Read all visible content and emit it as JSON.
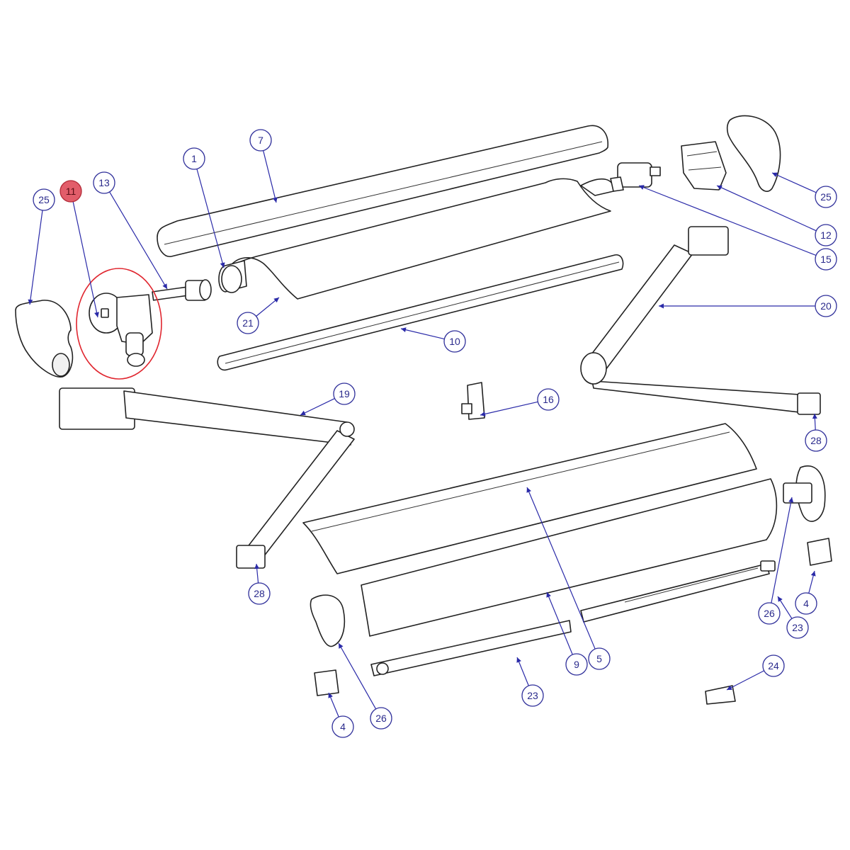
{
  "diagram": {
    "highlight_color": "#e25d6a",
    "ring_color": "#e0262f",
    "leader_color": "#2a2aa8",
    "callouts": [
      {
        "label": "1",
        "highlighted": false
      },
      {
        "label": "7",
        "highlighted": false
      },
      {
        "label": "13",
        "highlighted": false
      },
      {
        "label": "11",
        "highlighted": true
      },
      {
        "label": "25",
        "highlighted": false
      },
      {
        "label": "25",
        "highlighted": false
      },
      {
        "label": "12",
        "highlighted": false
      },
      {
        "label": "15",
        "highlighted": false
      },
      {
        "label": "20",
        "highlighted": false
      },
      {
        "label": "21",
        "highlighted": false
      },
      {
        "label": "10",
        "highlighted": false
      },
      {
        "label": "19",
        "highlighted": false
      },
      {
        "label": "16",
        "highlighted": false
      },
      {
        "label": "28",
        "highlighted": false
      },
      {
        "label": "28",
        "highlighted": false
      },
      {
        "label": "5",
        "highlighted": false
      },
      {
        "label": "9",
        "highlighted": false
      },
      {
        "label": "4",
        "highlighted": false
      },
      {
        "label": "26",
        "highlighted": false
      },
      {
        "label": "23",
        "highlighted": false
      },
      {
        "label": "23",
        "highlighted": false
      },
      {
        "label": "26",
        "highlighted": false
      },
      {
        "label": "4",
        "highlighted": false
      },
      {
        "label": "24",
        "highlighted": false
      }
    ]
  }
}
